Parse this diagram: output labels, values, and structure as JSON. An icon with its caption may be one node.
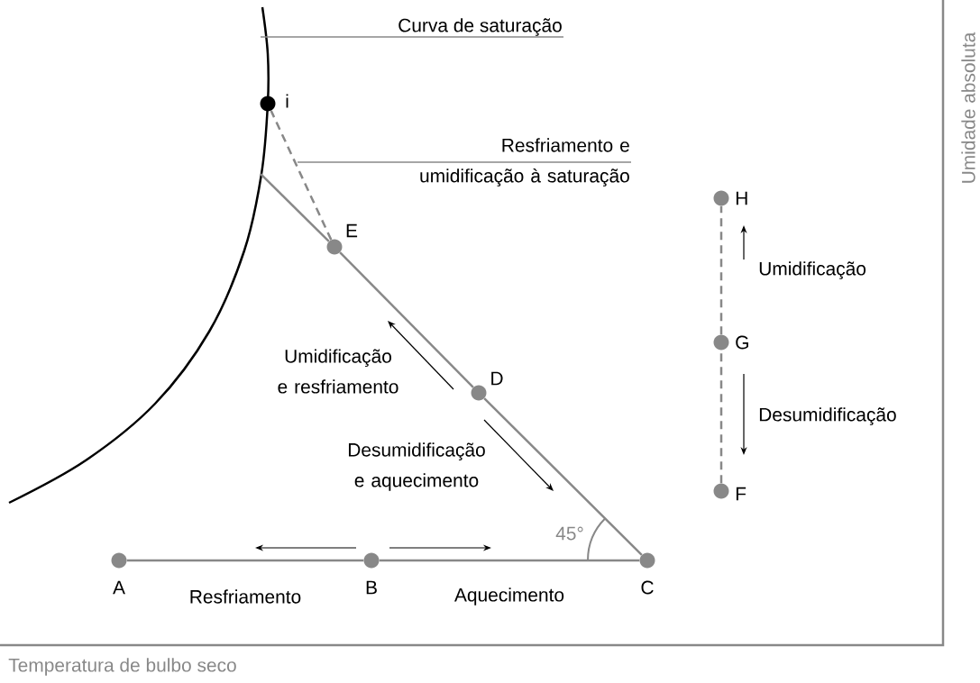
{
  "diagram": {
    "nodes": [
      {
        "text": [],
        "shape": "circle",
        "beside": [
          "A"
        ]
      },
      {
        "text": [],
        "shape": "circle",
        "beside": [
          "B"
        ]
      },
      {
        "text": [],
        "shape": "circle",
        "beside": [
          "C"
        ]
      },
      {
        "text": [],
        "shape": "circle",
        "beside": [
          "D"
        ]
      },
      {
        "text": [],
        "shape": "circle",
        "beside": [
          "E"
        ]
      },
      {
        "text": [],
        "shape": "circle",
        "beside": [
          "i"
        ]
      },
      {
        "text": [],
        "shape": "circle",
        "beside": [
          "F"
        ]
      },
      {
        "text": [],
        "shape": "circle",
        "beside": [
          "G"
        ]
      },
      {
        "text": [],
        "shape": "circle",
        "beside": [
          "H"
        ]
      },
      {
        "text": [],
        "shape": "curve"
      },
      {
        "text": [
          "Curva de saturação"
        ]
      },
      {
        "text": [
          "Resfriamento e umidificação à saturação"
        ]
      }
    ],
    "edges": [
      {
        "from": 0,
        "to": 1,
        "arrow": "none"
      },
      {
        "from": 1,
        "to": 2,
        "arrow": "none"
      },
      {
        "from": 2,
        "to": 3,
        "arrow": "none"
      },
      {
        "from": 3,
        "to": 4,
        "arrow": "none"
      },
      {
        "from": 4,
        "to": 9,
        "arrow": "none"
      },
      {
        "from": 4,
        "to": 5,
        "arrow": "none",
        "style": "dashed"
      },
      {
        "from": 6,
        "to": 7,
        "arrow": "none",
        "style": "dashed"
      },
      {
        "from": 7,
        "to": 8,
        "arrow": "none",
        "style": "dashed"
      },
      {
        "from": 10,
        "to": 9,
        "arrow": "none"
      },
      {
        "from": 11,
        "to": null,
        "arrow": "none"
      }
    ],
    "labels": [
      "Umidade absoluta",
      "Umidificação",
      "Umidificação e resfriamento",
      "Desumidificação",
      "Desumidificação e aquecimento",
      "45°",
      "Resfriamento",
      "Aquecimento",
      "Temperatura de bulbo seco"
    ]
  }
}
